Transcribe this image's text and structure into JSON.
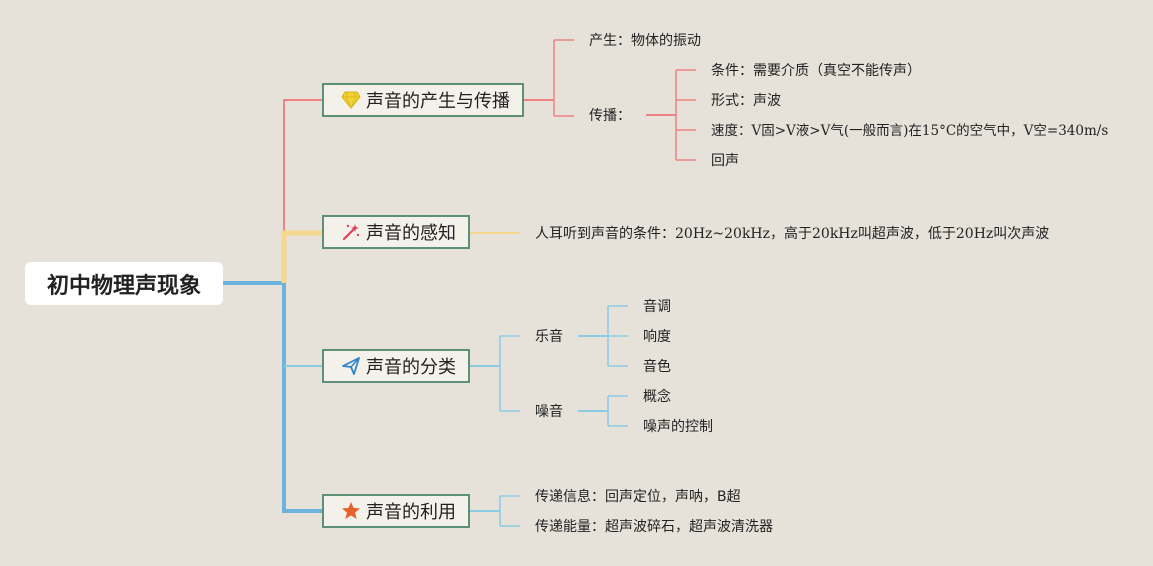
{
  "root": {
    "title": "初中物理声现象"
  },
  "branches": [
    {
      "label": "声音的产生与传播",
      "icon": "diamond-icon",
      "color": "#ee8282",
      "children": [
        {
          "label": "产生：物体的振动"
        },
        {
          "label": "传播：",
          "children": [
            {
              "label": "条件：需要介质（真空不能传声）"
            },
            {
              "label": "形式：声波"
            },
            {
              "label": "速度：V固>V液>V气(一般而言)在15°C的空气中，V空=340m/s"
            },
            {
              "label": "回声"
            }
          ]
        }
      ]
    },
    {
      "label": "声音的感知",
      "icon": "magic-wand-icon",
      "color": "#f5d78e",
      "children": [
        {
          "label": "人耳听到声音的条件：20Hz~20kHz，高于20kHz叫超声波，低于20Hz叫次声波"
        }
      ]
    },
    {
      "label": "声音的分类",
      "icon": "paper-plane-icon",
      "color": "#8ccbe4",
      "children": [
        {
          "label": "乐音",
          "children": [
            {
              "label": "音调"
            },
            {
              "label": "响度"
            },
            {
              "label": "音色"
            }
          ]
        },
        {
          "label": "噪音",
          "children": [
            {
              "label": "概念"
            },
            {
              "label": "噪声的控制"
            }
          ]
        }
      ]
    },
    {
      "label": "声音的利用",
      "icon": "star-icon",
      "color": "#8ccbe4",
      "children": [
        {
          "label": "传递信息：回声定位，声呐，B超"
        },
        {
          "label": "传递能量：超声波碎石，超声波清洗器"
        }
      ]
    }
  ],
  "colors": {
    "background": "#e6e2da",
    "branch_border": "#5e8f79",
    "root_trunk": "#6eb3de",
    "red_branch": "#ee8282",
    "yellow_branch": "#f5d78e",
    "blue_branch": "#8ccbe4"
  }
}
